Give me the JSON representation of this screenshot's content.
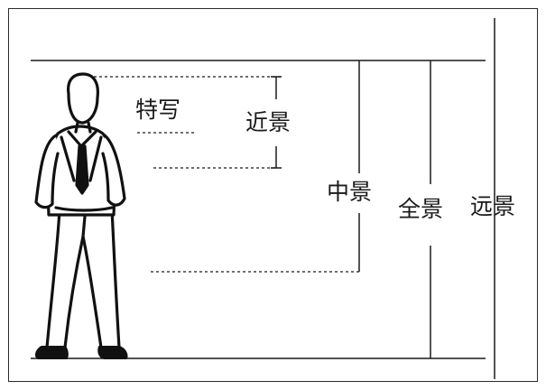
{
  "labels": {
    "closeup": "特写",
    "close_shot": "近景",
    "medium_shot": "中景",
    "full_shot": "全景",
    "long_shot": "远景"
  },
  "colors": {
    "line": "#1a1a1a",
    "background": "#ffffff"
  }
}
